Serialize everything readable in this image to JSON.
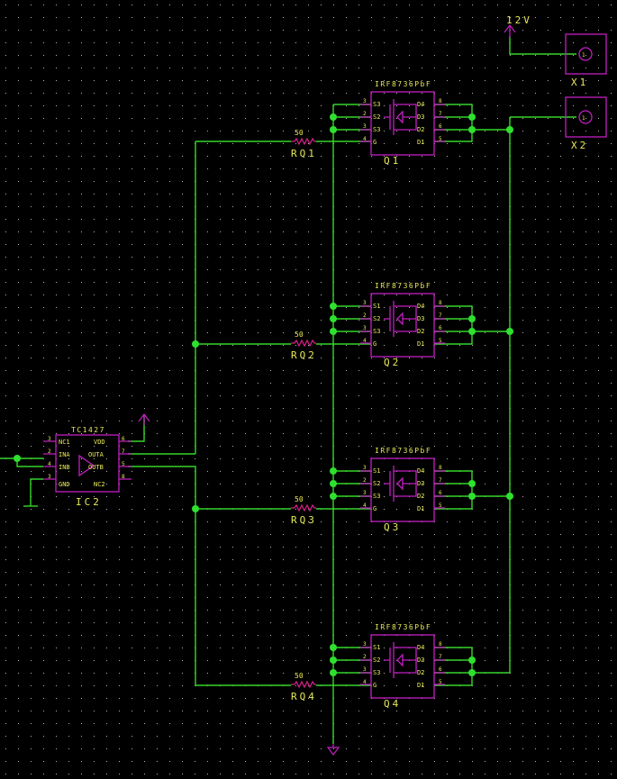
{
  "schematic": {
    "supply": {
      "label": "12V"
    },
    "connectors": [
      {
        "ref": "X1",
        "pin": "1"
      },
      {
        "ref": "X2",
        "pin": "1"
      }
    ],
    "driver": {
      "part": "TC1427",
      "ref": "IC2",
      "pins": [
        {
          "num": "3",
          "name": "NC1"
        },
        {
          "num": "2",
          "name": "INA"
        },
        {
          "num": "4",
          "name": "INB"
        },
        {
          "num": "3",
          "name": "GND"
        },
        {
          "num": "6",
          "name": "VDD"
        },
        {
          "num": "7",
          "name": "OUTA"
        },
        {
          "num": "5",
          "name": "OUTB"
        },
        {
          "num": "8",
          "name": "NC2"
        }
      ]
    },
    "mosfet_part": "IRF8736PbF",
    "mosfet_pins_left": [
      {
        "num": "3",
        "name": "S3"
      },
      {
        "num": "2",
        "name": "S2"
      },
      {
        "num": "3",
        "name": "S3"
      },
      {
        "num": "4",
        "name": "G"
      }
    ],
    "mosfet_pins_left_alt": [
      {
        "num": "3",
        "name": "S1"
      },
      {
        "num": "2",
        "name": "S2"
      },
      {
        "num": "3",
        "name": "S3"
      },
      {
        "num": "4",
        "name": "G"
      }
    ],
    "mosfet_pins_right": [
      {
        "num": "8",
        "name": "D4"
      },
      {
        "num": "7",
        "name": "D3"
      },
      {
        "num": "6",
        "name": "D2"
      },
      {
        "num": "5",
        "name": "D1"
      }
    ],
    "stages": [
      {
        "mosfet": "Q1",
        "resistor": "RQ1",
        "value": "50"
      },
      {
        "mosfet": "Q2",
        "resistor": "RQ2",
        "value": "50"
      },
      {
        "mosfet": "Q3",
        "resistor": "RQ3",
        "value": "50"
      },
      {
        "mosfet": "Q4",
        "resistor": "RQ4",
        "value": "50"
      }
    ],
    "colors": {
      "background": "#000000",
      "grid": "#b4b4b4",
      "wire": "#36d62a",
      "junction": "#2fe02f",
      "part": "#c21fc2",
      "resistor": "#d81f8a",
      "label": "#e8e85a"
    }
  }
}
